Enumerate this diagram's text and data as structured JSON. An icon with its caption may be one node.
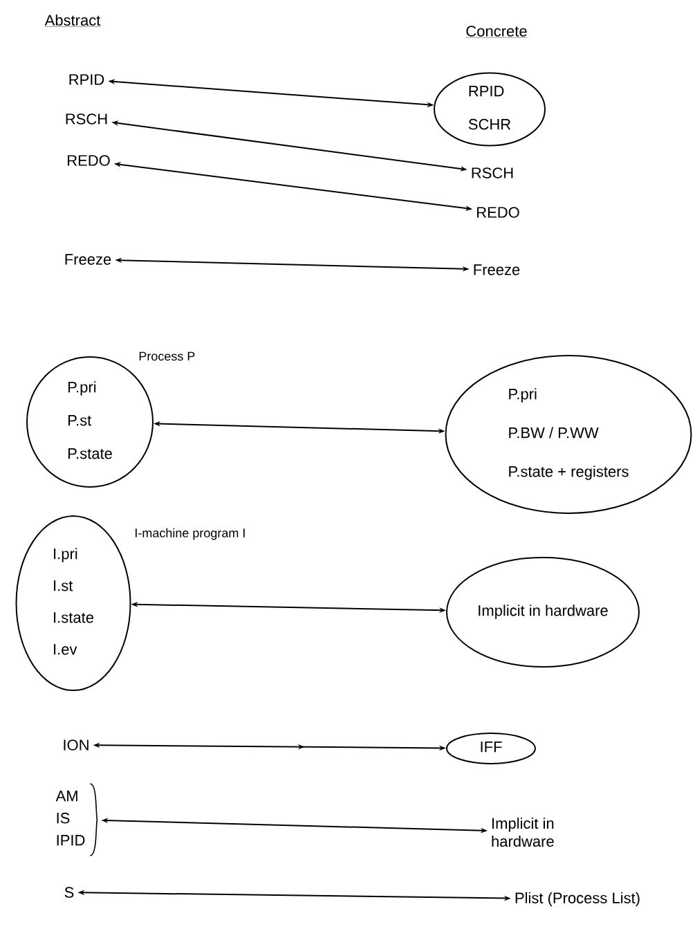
{
  "diagram": {
    "nodes": [
      {
        "text": [
          "RPID"
        ]
      },
      {
        "text": [
          "RPID",
          "SCHR"
        ]
      },
      {
        "text": [
          "RSCH"
        ]
      },
      {
        "text": [
          "RSCH"
        ]
      },
      {
        "text": [
          "REDO"
        ]
      },
      {
        "text": [
          "REDO"
        ]
      },
      {
        "text": [
          "Freeze"
        ]
      },
      {
        "text": [
          "Freeze"
        ]
      },
      {
        "text": [
          "Process P",
          "P.pri",
          "P.st",
          "P.state"
        ]
      },
      {
        "text": [
          "P.pri",
          "P.BW / P.WW",
          "P.state + registers"
        ]
      },
      {
        "text": [
          "I-machine program I",
          "I.pri",
          "I.st",
          "I.state",
          "I.ev"
        ]
      },
      {
        "text": [
          "Implicit in hardware"
        ]
      },
      {
        "text": [
          "ION"
        ]
      },
      {
        "text": [
          "IFF"
        ]
      },
      {
        "text": [
          "AM",
          "IS",
          "IPID"
        ]
      },
      {
        "text": [
          "Implicit in hardware"
        ]
      },
      {
        "text": [
          "S"
        ]
      },
      {
        "text": [
          "Plist (Process List)"
        ]
      }
    ],
    "edges": [
      {
        "from": 0,
        "to": 1,
        "arrow": "both"
      },
      {
        "from": 2,
        "to": 3,
        "arrow": "both"
      },
      {
        "from": 4,
        "to": 5,
        "arrow": "both"
      },
      {
        "from": 6,
        "to": 7,
        "arrow": "both"
      },
      {
        "from": 8,
        "to": 9,
        "arrow": "both"
      },
      {
        "from": 10,
        "to": 11,
        "arrow": "both"
      },
      {
        "from": 12,
        "to": 13,
        "arrow": "both"
      },
      {
        "from": 14,
        "to": 15,
        "arrow": "both"
      },
      {
        "from": 16,
        "to": 17,
        "arrow": "both"
      }
    ],
    "labels": [
      "Abstract",
      "Concrete"
    ]
  }
}
